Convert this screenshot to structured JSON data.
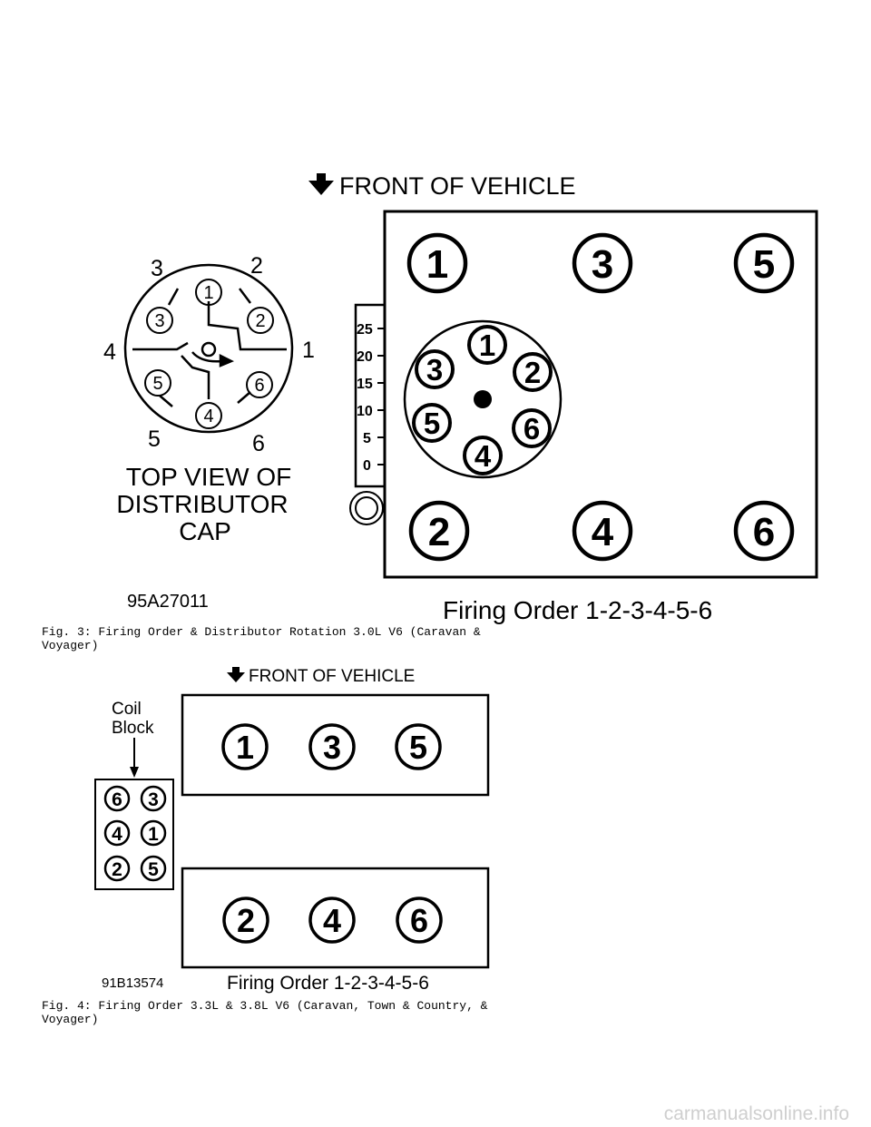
{
  "figure3": {
    "front_label": "FRONT OF VEHICLE",
    "cap_title_line1": "TOP VIEW OF",
    "cap_title_line2": "DISTRIBUTOR",
    "cap_title_line3": "CAP",
    "cap_terminals": [
      "1",
      "2",
      "3",
      "4",
      "5",
      "6"
    ],
    "cap_outer_labels": [
      "1",
      "2",
      "3",
      "4",
      "5",
      "6"
    ],
    "timing_scale": [
      "25",
      "20",
      "15",
      "10",
      "5",
      "0"
    ],
    "engine_cylinders": [
      "1",
      "3",
      "5",
      "2",
      "4",
      "6"
    ],
    "engine_distributor_terminals": [
      "1",
      "2",
      "3",
      "4",
      "5",
      "6"
    ],
    "image_code": "95A27011",
    "firing_order": "Firing Order 1-2-3-4-5-6",
    "caption_line1": "Fig. 3:  Firing Order & Distributor Rotation 3.0L V6 (Caravan &",
    "caption_line2": "Voyager)"
  },
  "figure4": {
    "front_label": "FRONT OF VEHICLE",
    "coil_label_line1": "Coil",
    "coil_label_line2": "Block",
    "coil_terminals": [
      "6",
      "3",
      "4",
      "1",
      "2",
      "5"
    ],
    "bank_front": [
      "1",
      "3",
      "5"
    ],
    "bank_rear": [
      "2",
      "4",
      "6"
    ],
    "image_code": "91B13574",
    "firing_order": "Firing Order 1-2-3-4-5-6",
    "caption_line1": "Fig. 4:  Firing Order 3.3L & 3.8L V6 (Caravan, Town & Country, &",
    "caption_line2": "Voyager)"
  },
  "watermark": "carmanualsonline.info"
}
